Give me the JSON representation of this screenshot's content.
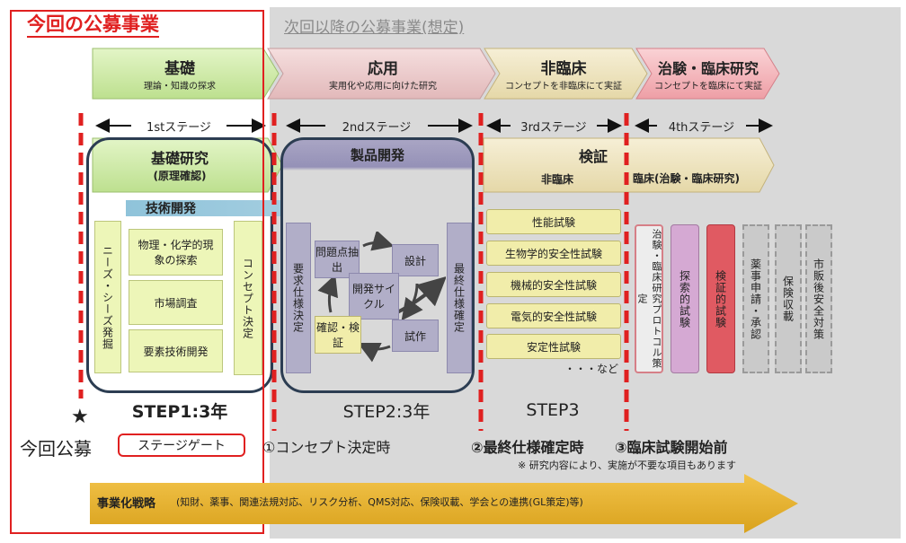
{
  "colors": {
    "red": "#e02020",
    "gray_bg": "#d9d9d9",
    "green": "#c9e7a7",
    "pink": "#e8c5c6",
    "beige": "#ede3be",
    "rose": "#f2b3b8",
    "purple": "#a7a3c4",
    "yellow": "#f1edaa",
    "strategy": "#e6b12a"
  },
  "header": {
    "current_title": "今回の公募事業",
    "next_title": "次回以降の公募事業(想定)"
  },
  "phases": [
    {
      "title": "基礎",
      "subtitle": "理論・知識の探求"
    },
    {
      "title": "応用",
      "subtitle": "実用化や応用に向けた研究"
    },
    {
      "title": "非臨床",
      "subtitle": "コンセプトを非臨床にて実証"
    },
    {
      "title": "治験・臨床研究",
      "subtitle": "コンセプトを臨床にて実証"
    }
  ],
  "stages": [
    "1stステージ",
    "2ndステージ",
    "3rdステージ",
    "4thステージ"
  ],
  "step1": {
    "title": "基礎研究",
    "subtitle": "(原理確認)",
    "tech_dev": "技術開発",
    "needs": "ニーズ・シーズ発掘",
    "concept": "コンセプト決定",
    "items": [
      "物理・化学的現象の探索",
      "市場調査",
      "要素技術開発"
    ],
    "label": "STEP1:3年"
  },
  "step2": {
    "title": "製品開発",
    "req_spec": "要求仕様決定",
    "final_spec": "最終仕様確定",
    "cycle": {
      "problem": "問題点抽出",
      "design": "設計",
      "center": "開発サイクル",
      "verify": "確認・検証",
      "prototype": "試作"
    },
    "label": "STEP2:3年"
  },
  "step3": {
    "title": "検証",
    "subtitle": "非臨床",
    "tests": [
      "性能試験",
      "生物学的安全性試験",
      "機械的安全性試験",
      "電気的安全性試験",
      "安定性試験"
    ],
    "etc": "・・・など",
    "label": "STEP3"
  },
  "stage4": {
    "title": "臨床(治験・臨床研究)",
    "items": [
      "治験・臨床研究プロトコル策定",
      "探索的試験",
      "検証的試験",
      "薬事申請・承認",
      "保険収載",
      "市販後安全対策"
    ]
  },
  "gates": {
    "star": "★",
    "current": "今回公募",
    "stage_gate": "ステージゲート",
    "g1": "①コンセプト決定時",
    "g2": "②最終仕様確定時",
    "g3": "③臨床試験開始前"
  },
  "note": "※ 研究内容により、実施が不要な項目もあります",
  "strategy": {
    "title": "事業化戦略",
    "detail": "(知財、薬事、関連法規対応、リスク分析、QMS対応、保険収載、学会との連携(GL策定)等)"
  }
}
